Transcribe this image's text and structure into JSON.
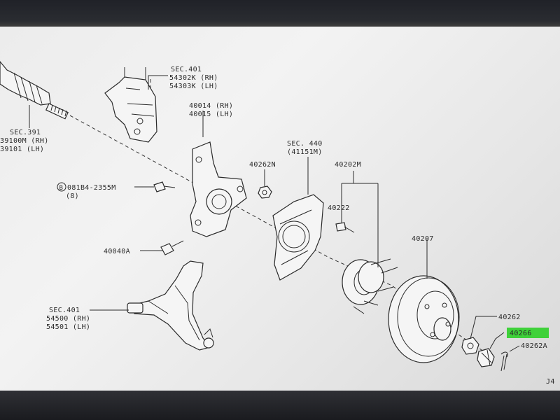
{
  "labels": {
    "sec401_top_ref": "SEC.401",
    "sec401_top_rh": "54302K (RH)",
    "sec401_top_lh": "54303K (LH)",
    "knuckle_rh": "40014 (RH)",
    "knuckle_lh": "40015 (LH)",
    "sec391_ref": "SEC.391",
    "sec391_rh": "39100M (RH)",
    "sec391_lh": "39101  (LH)",
    "sec440_ref": "SEC. 440",
    "sec440_num": "(41151M)",
    "nut_40262N": "40262N",
    "hub_40202M": "40202M",
    "bolt_code": "081B4-2355M",
    "bolt_qty": "(8)",
    "bolt_marker": "B",
    "bolt_40222": "40222",
    "bolt_40040A": "40040A",
    "rotor_40207": "40207",
    "sec401_bot_ref": "SEC.401",
    "sec401_bot_rh": "54500 (RH)",
    "sec401_bot_lh": "54501 (LH)",
    "nut_40262": "40262",
    "cap_40266": "40266",
    "pin_40262A": "40262A",
    "page_code": "J4"
  },
  "colors": {
    "highlight": "#3fd13a",
    "ink": "#2a2a2a",
    "paper": "#ececec"
  }
}
